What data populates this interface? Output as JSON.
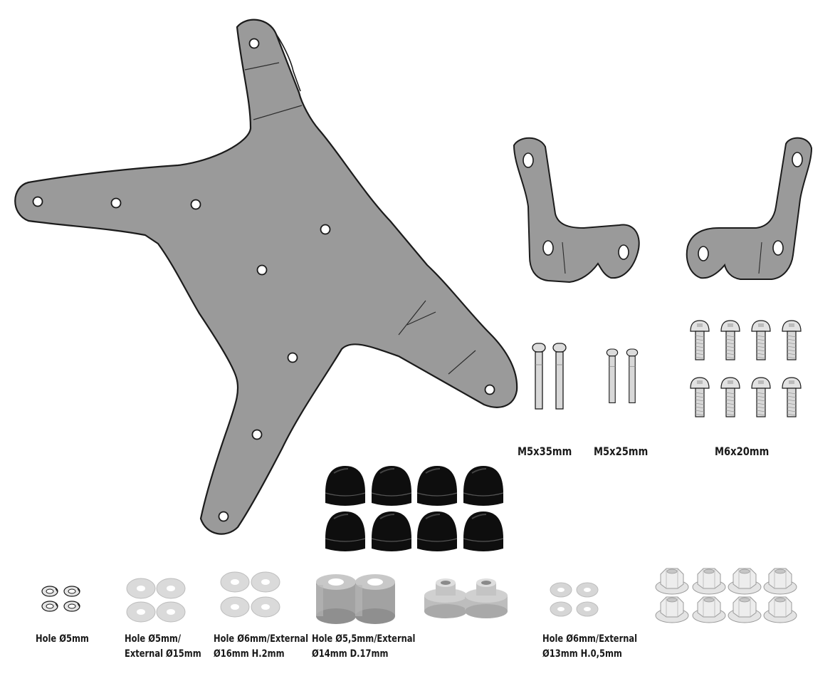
{
  "colors": {
    "plate": "#9a9a9a",
    "outline": "#1b1b1b",
    "hardware": "#d8d8d8",
    "hardware_dark": "#a8a8a8",
    "caps": "#0e0e0e",
    "background": "#ffffff"
  },
  "labels": {
    "m5x35": "M5x35mm",
    "m5x25": "M5x25mm",
    "m6x20": "M6x20mm",
    "washer_lock_line1": "Hole Ø5mm",
    "washer_5_15_line1": "Hole Ø5mm/",
    "washer_5_15_line2": "External Ø15mm",
    "washer_6_16_line1": "Hole Ø6mm/External",
    "washer_6_16_line2": "Ø16mm H.2mm",
    "spacer_line1": "Hole Ø5,5mm/External",
    "spacer_line2": "Ø14mm D.17mm",
    "washer_6_13_line1": "Hole Ø6mm/External",
    "washer_6_13_line2": "Ø13mm H.0,5mm"
  }
}
